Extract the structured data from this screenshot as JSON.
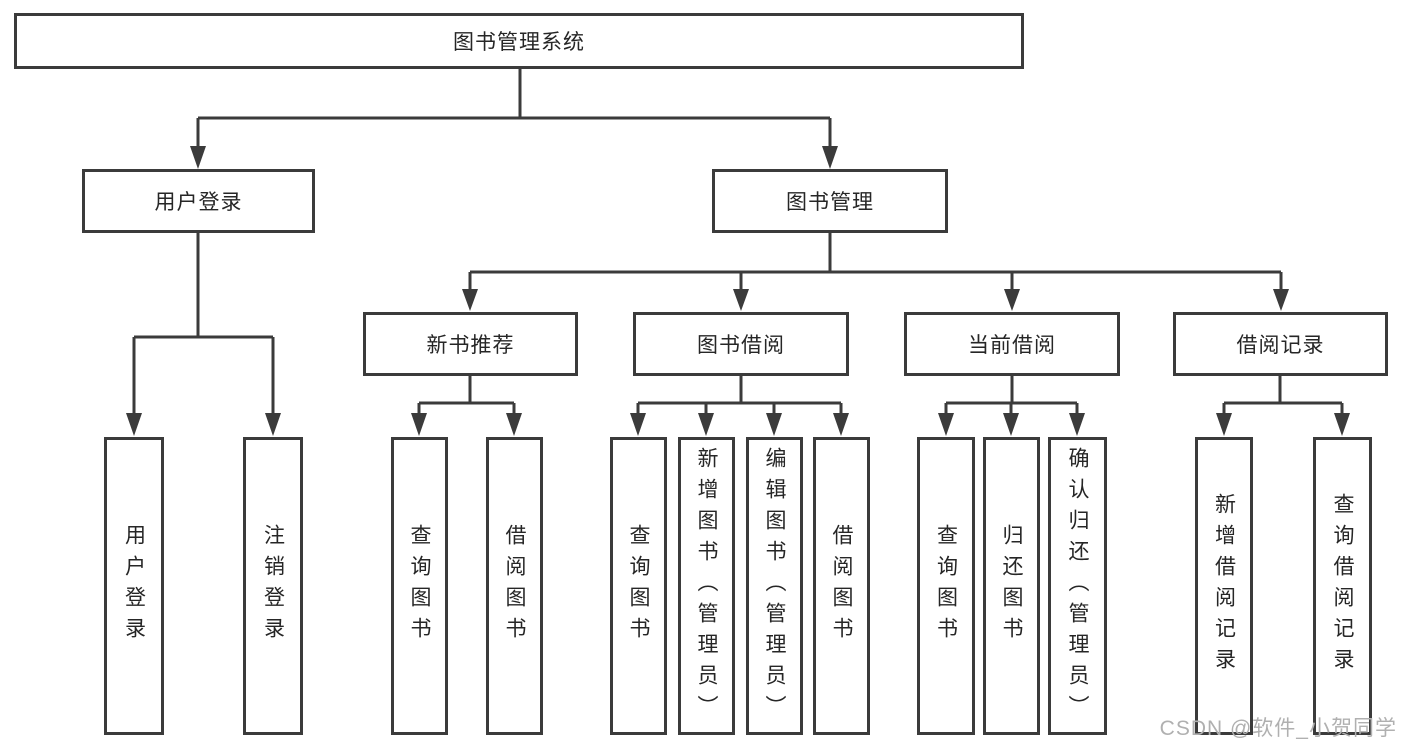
{
  "diagram": {
    "root": {
      "label": "图书管理系统"
    },
    "branches": [
      {
        "label": "用户登录",
        "leaves": [
          {
            "label": "用户登录"
          },
          {
            "label": "注销登录"
          }
        ]
      },
      {
        "label": "图书管理",
        "groups": [
          {
            "label": "新书推荐",
            "leaves": [
              {
                "label": "查询图书"
              },
              {
                "label": "借阅图书"
              }
            ]
          },
          {
            "label": "图书借阅",
            "leaves": [
              {
                "label": "查询图书"
              },
              {
                "label": "新增图书（管理员）"
              },
              {
                "label": "编辑图书（管理员）"
              },
              {
                "label": "借阅图书"
              }
            ]
          },
          {
            "label": "当前借阅",
            "leaves": [
              {
                "label": "查询图书"
              },
              {
                "label": "归还图书"
              },
              {
                "label": "确认归还（管理员）"
              }
            ]
          },
          {
            "label": "借阅记录",
            "leaves": [
              {
                "label": "新增借阅记录"
              },
              {
                "label": "查询借阅记录"
              }
            ]
          }
        ]
      }
    ]
  },
  "watermark": {
    "text": "CSDN @软件_小贺同学"
  },
  "colors": {
    "line": "#3b3b3b",
    "box_border": "#3b3b3b",
    "box_fill": "#ffffff",
    "text": "#262626",
    "watermark": "#b0b0b0",
    "background": "#ffffff"
  }
}
